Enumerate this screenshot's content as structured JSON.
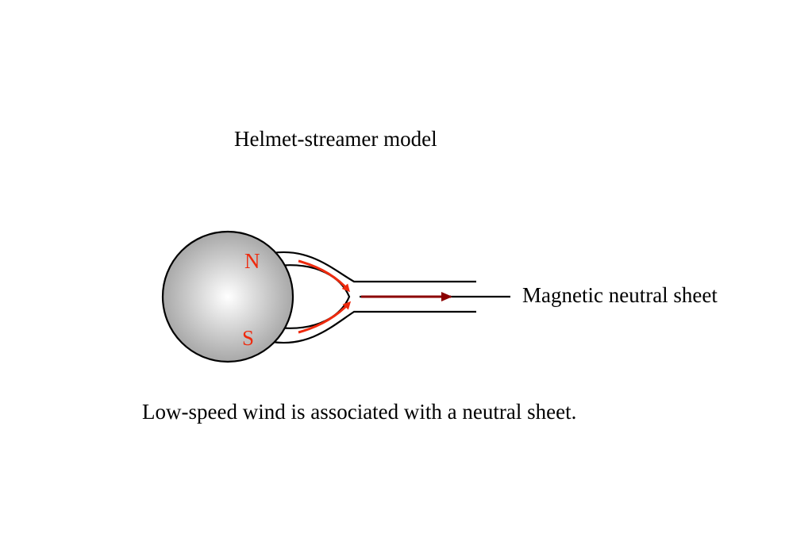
{
  "title": "Helmet-streamer model",
  "caption": "Low-speed wind is associated with a neutral sheet.",
  "sheet_label": "Magnetic neutral sheet",
  "poles": {
    "north": "N",
    "south": "S"
  },
  "colors": {
    "field_arrow": "#ee2a0e",
    "sheet_arrow": "#8b0000",
    "line": "#000000",
    "sun_center": "#ffffff",
    "sun_edge": "#a8a8a8"
  }
}
